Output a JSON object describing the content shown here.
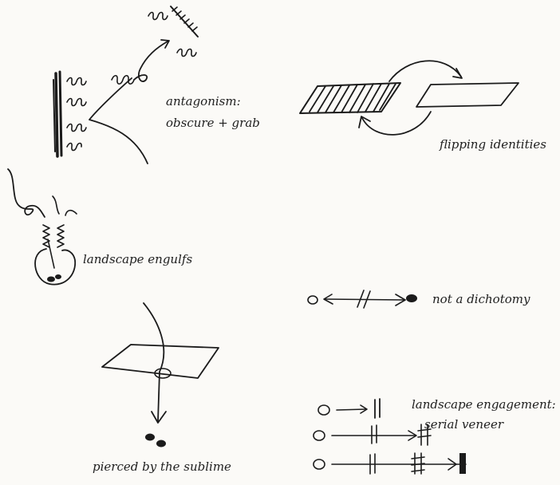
{
  "sketches": {
    "antagonism": {
      "line1": "antagonism:",
      "line2": "obscure + grab"
    },
    "flipping": {
      "label": "flipping identities"
    },
    "engulfs": {
      "label": "landscape engulfs"
    },
    "dichotomy": {
      "label": "not a dichotomy"
    },
    "sublime": {
      "label": "pierced by the sublime"
    },
    "engagement": {
      "line1": "landscape engagement:",
      "line2": "serial veneer"
    }
  },
  "colors": {
    "ink": "#1b1b1b",
    "paper": "#fbfaf7"
  }
}
